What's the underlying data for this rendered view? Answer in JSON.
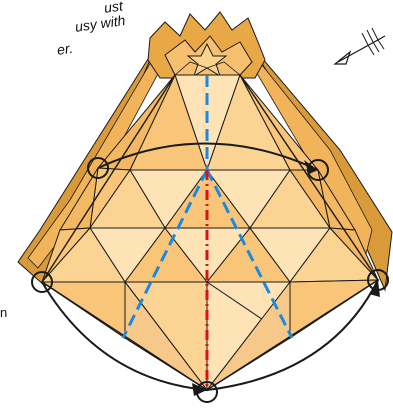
{
  "notes": {
    "line1": "ust",
    "line2": "usy with",
    "line3": "er.",
    "right_edge": "n"
  },
  "colors": {
    "paper_light": "#fde3b5",
    "paper_mid": "#f9c578",
    "paper_dark": "#e8a845",
    "paper_shadow": "#c9892e",
    "outline": "#1a1a1a",
    "valley_fold": "#1a8ae0",
    "mountain_fold": "#e01010"
  },
  "icons": {
    "direction_arrow": "fletched-arrow-icon",
    "reference_point": "circle-marker-icon",
    "rotate_arrow": "curved-arrow-icon"
  }
}
